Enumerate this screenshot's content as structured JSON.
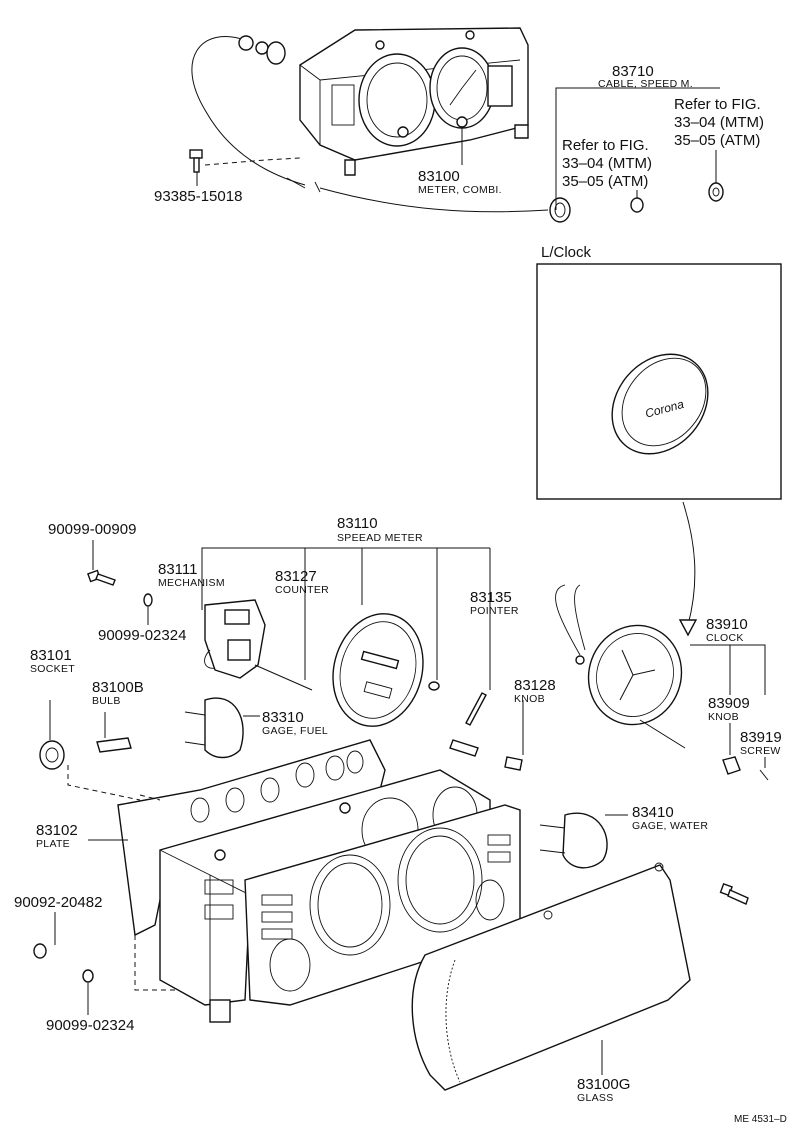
{
  "labels": {
    "p93385": {
      "num": "93385-15018"
    },
    "p83710": {
      "num": "83710",
      "cap": "CABLE, SPEED M."
    },
    "p83100": {
      "num": "83100",
      "cap": "METER, COMBI."
    },
    "refA": {
      "l1": "Refer to FIG.",
      "l2": "33–04 (MTM)",
      "l3": "35–05 (ATM)"
    },
    "refB": {
      "l1": "Refer to FIG.",
      "l2": "33–04 (MTM)",
      "l3": "35–05 (ATM)"
    },
    "lclock": {
      "title": "L/Clock",
      "logo": "Corona"
    },
    "p90099_00909": {
      "num": "90099-00909"
    },
    "p83110": {
      "num": "83110",
      "cap": "SPEEAD METER"
    },
    "p83111": {
      "num": "83111",
      "cap": "MECHANISM"
    },
    "p83127": {
      "num": "83127",
      "cap": "COUNTER"
    },
    "p83135": {
      "num": "83135",
      "cap": "POINTER"
    },
    "p83910": {
      "num": "83910",
      "cap": "CLOCK"
    },
    "p90099_02324a": {
      "num": "90099-02324"
    },
    "p83101": {
      "num": "83101",
      "cap": "SOCKET"
    },
    "p83100B": {
      "num": "83100B",
      "cap": "BULB"
    },
    "p83128": {
      "num": "83128",
      "cap": "KNOB"
    },
    "p83909": {
      "num": "83909",
      "cap": "KNOB"
    },
    "p83919": {
      "num": "83919",
      "cap": "SCREW"
    },
    "p83310": {
      "num": "83310",
      "cap": "GAGE, FUEL"
    },
    "p83410": {
      "num": "83410",
      "cap": "GAGE, WATER"
    },
    "p83102": {
      "num": "83102",
      "cap": "PLATE"
    },
    "p90092": {
      "num": "90092-20482"
    },
    "p90099_02324b": {
      "num": "90099-02324"
    },
    "p83100G": {
      "num": "83100G",
      "cap": "GLASS"
    },
    "docref": "ME 4531–D"
  }
}
